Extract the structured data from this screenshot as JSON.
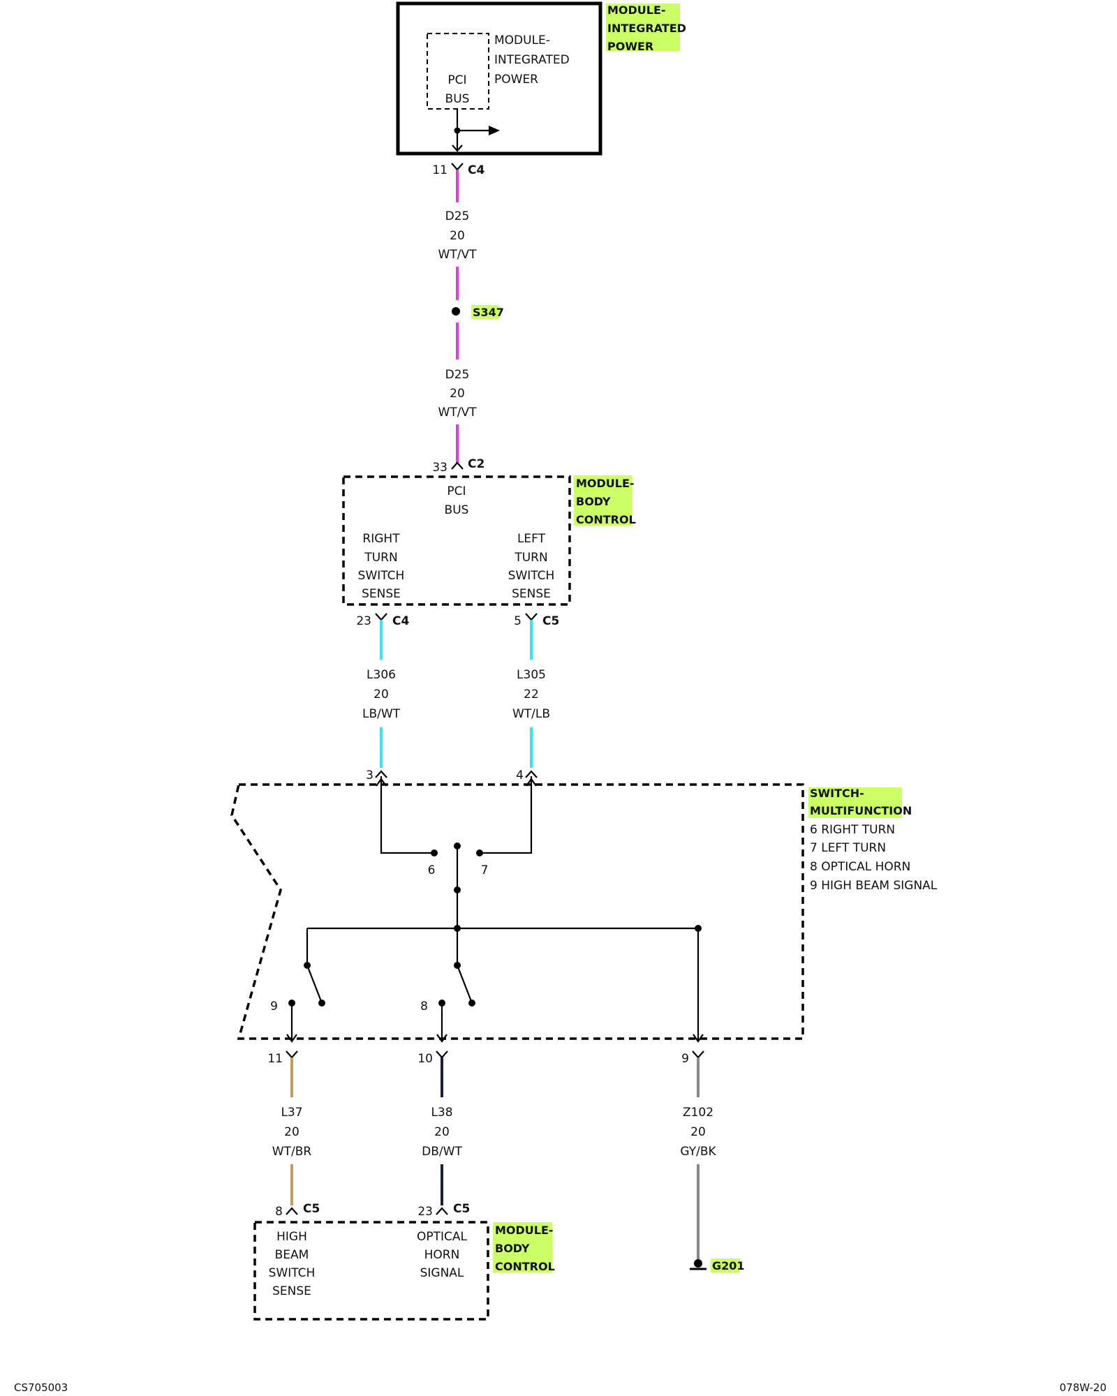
{
  "colors": {
    "highlight": "#ccff66",
    "wire_violet": "#e040e0",
    "wire_cyan": "#33e6ee",
    "wire_brown": "#c89a58",
    "wire_darkblue": "#1a2040",
    "wire_gray": "#888888"
  },
  "modules": {
    "ipm": {
      "name": [
        "MODULE-",
        "INTEGRATED",
        "POWER"
      ],
      "inner": [
        "MODULE-",
        "INTEGRATED",
        "POWER"
      ],
      "bus": [
        "PCI",
        "BUS"
      ]
    },
    "bcm_top": {
      "name": [
        "MODULE-",
        "BODY",
        "CONTROL"
      ],
      "bus": [
        "PCI",
        "BUS"
      ],
      "right": [
        "RIGHT",
        "TURN",
        "SWITCH",
        "SENSE"
      ],
      "left": [
        "LEFT",
        "TURN",
        "SWITCH",
        "SENSE"
      ]
    },
    "switch": {
      "name": [
        "SWITCH-",
        "MULTIFUNCTION"
      ],
      "legend": [
        "6 RIGHT TURN",
        "7 LEFT TURN",
        "8 OPTICAL HORN",
        "9 HIGH BEAM SIGNAL"
      ]
    },
    "bcm_bottom": {
      "name": [
        "MODULE-",
        "BODY",
        "CONTROL"
      ],
      "high": [
        "HIGH",
        "BEAM",
        "SWITCH",
        "SENSE"
      ],
      "optical": [
        "OPTICAL",
        "HORN",
        "SIGNAL"
      ]
    }
  },
  "connectors": {
    "ipm_c4": {
      "pin": "11",
      "name": "C4"
    },
    "bcm_c2": {
      "pin": "33",
      "name": "C2"
    },
    "bcm_c4": {
      "pin": "23",
      "name": "C4"
    },
    "bcm_c5": {
      "pin": "5",
      "name": "C5"
    },
    "sw_in3": {
      "pin": "3"
    },
    "sw_in4": {
      "pin": "4"
    },
    "sw_out11": {
      "pin": "11"
    },
    "sw_out10": {
      "pin": "10"
    },
    "sw_out9": {
      "pin": "9"
    },
    "bcm2_c5_8": {
      "pin": "8",
      "name": "C5"
    },
    "bcm2_c5_23": {
      "pin": "23",
      "name": "C5"
    }
  },
  "wires": {
    "d25_a": [
      "D25",
      "20",
      "WT/VT"
    ],
    "d25_b": [
      "D25",
      "20",
      "WT/VT"
    ],
    "l306": [
      "L306",
      "20",
      "LB/WT"
    ],
    "l305": [
      "L305",
      "22",
      "WT/LB"
    ],
    "l37": [
      "L37",
      "20",
      "WT/BR"
    ],
    "l38": [
      "L38",
      "20",
      "DB/WT"
    ],
    "z102": [
      "Z102",
      "20",
      "GY/BK"
    ]
  },
  "splice": "S347",
  "ground": "G201",
  "switch_contacts": {
    "c6": "6",
    "c7": "7",
    "c8": "8",
    "c9": "9"
  },
  "footer": {
    "left": "CS705003",
    "right": "078W-20"
  }
}
